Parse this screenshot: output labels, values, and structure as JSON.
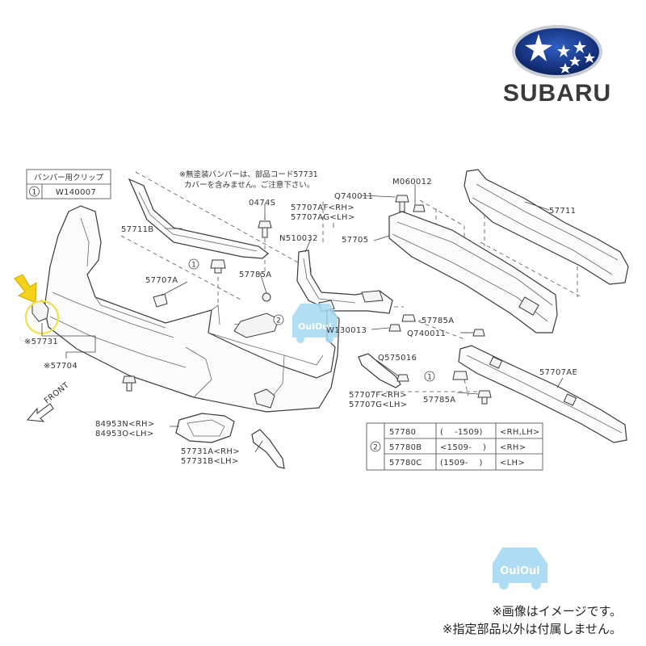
{
  "brand": {
    "name": "SUBARU"
  },
  "watermark": {
    "text": "OuiOui"
  },
  "clip_table": {
    "title": "バンパー用クリップ",
    "ref": "1",
    "part": "W140007"
  },
  "top_note": {
    "line1": "※無塗装バンパーは、部品コード57731",
    "line2": "カバーを含みません。ご注意下さい。"
  },
  "labels": {
    "p57711B": "57711B",
    "p0474S": "0474S",
    "p57707AF": "57707AF<RH>",
    "p57707AG": "57707AG<LH>",
    "pN510032": "N510032",
    "pQ740011a": "Q740011",
    "pM060012": "M060012",
    "p57711": "57711",
    "p57705": "57705",
    "p57707A": "57707A",
    "p57785Aa": "57785A",
    "p57785Ab": "-57785A",
    "pW130013": "W130013",
    "pQ740011b": "Q740011",
    "p57731": "※57731",
    "p57704": "※57704",
    "pQ575016": "Q575016",
    "p57707F": "57707F<RH>",
    "p57707G": "57707G<LH>",
    "p57707AE": "57707AE",
    "p57785Ac": "57785A",
    "p84953N": "84953N<RH>",
    "p84953O": "84953O<LH>",
    "p57731A": "57731A<RH>",
    "p57731B": "57731B<LH>",
    "front": "FRONT",
    "circle1": "1",
    "circle2": "2"
  },
  "parts_table": {
    "ref": "2",
    "rows": [
      {
        "part": "57780",
        "period": "(　 -1509)",
        "side": "<RH,LH>"
      },
      {
        "part": "57780B",
        "period": "<1509-　 )",
        "side": "<RH>"
      },
      {
        "part": "57780C",
        "period": "(1509-　 )",
        "side": "<LH>"
      }
    ]
  },
  "notes": {
    "line1": "※画像はイメージです。",
    "line2": "※指定部品以外は付属しません。"
  },
  "colors": {
    "highlight_arrow": "#f5d21a",
    "highlight_circle": "#f0e04a",
    "logo_blue": "#1a3c8f",
    "watermark": "#9fd6ef"
  }
}
